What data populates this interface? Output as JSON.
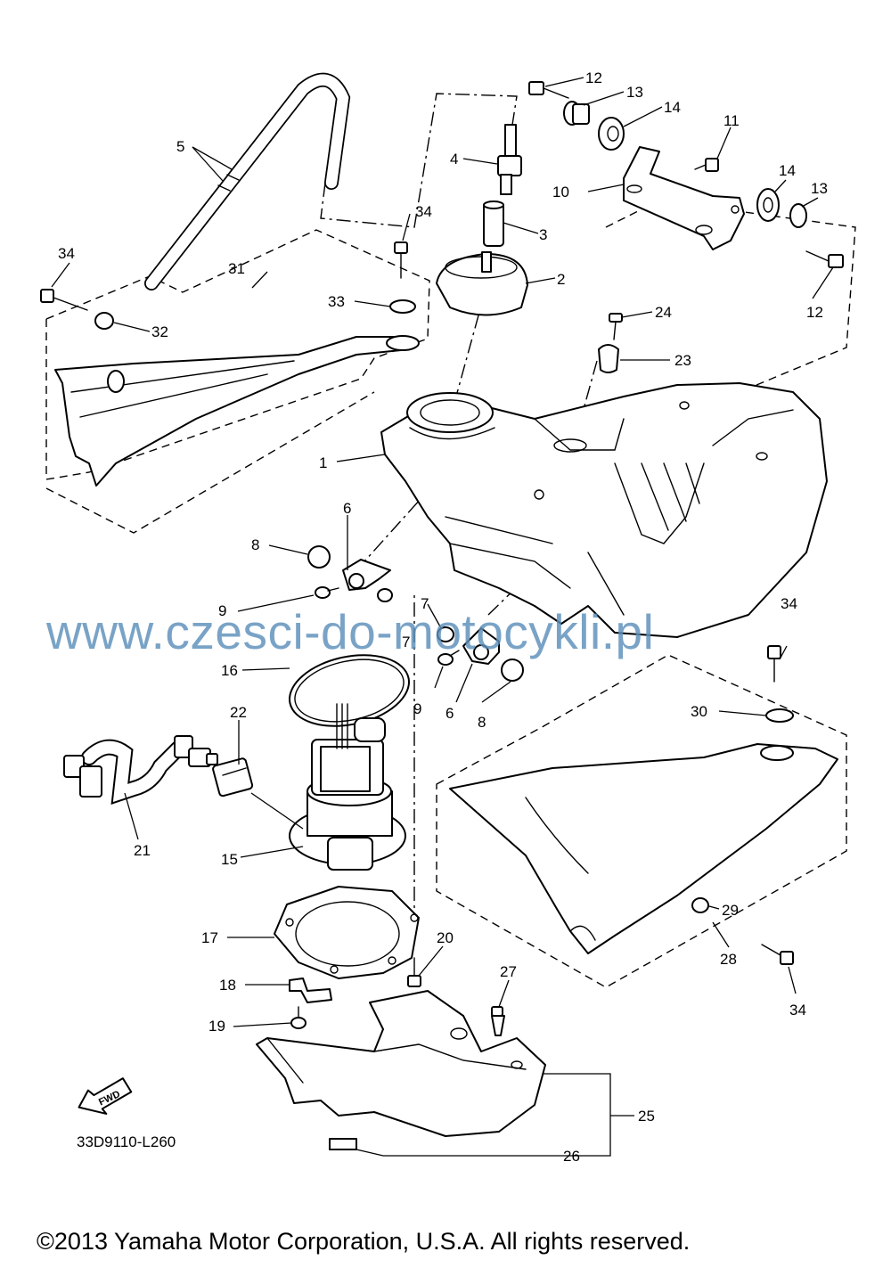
{
  "diagram_code": "33D9110-L260",
  "copyright": "©2013 Yamaha Motor Corporation, U.S.A. All rights reserved.",
  "watermark": "www.czesci-do-motocykli.pl",
  "fwd_label": "FWD",
  "callouts": [
    {
      "id": "c1",
      "label": "1"
    },
    {
      "id": "c2",
      "label": "2"
    },
    {
      "id": "c3",
      "label": "3"
    },
    {
      "id": "c4",
      "label": "4"
    },
    {
      "id": "c5",
      "label": "5"
    },
    {
      "id": "c6a",
      "label": "6"
    },
    {
      "id": "c6b",
      "label": "6"
    },
    {
      "id": "c7a",
      "label": "7"
    },
    {
      "id": "c7b",
      "label": "7"
    },
    {
      "id": "c8a",
      "label": "8"
    },
    {
      "id": "c8b",
      "label": "8"
    },
    {
      "id": "c9a",
      "label": "9"
    },
    {
      "id": "c9b",
      "label": "9"
    },
    {
      "id": "c10",
      "label": "10"
    },
    {
      "id": "c11",
      "label": "11"
    },
    {
      "id": "c12a",
      "label": "12"
    },
    {
      "id": "c12b",
      "label": "12"
    },
    {
      "id": "c13a",
      "label": "13"
    },
    {
      "id": "c13b",
      "label": "13"
    },
    {
      "id": "c14a",
      "label": "14"
    },
    {
      "id": "c14b",
      "label": "14"
    },
    {
      "id": "c15",
      "label": "15"
    },
    {
      "id": "c16",
      "label": "16"
    },
    {
      "id": "c17",
      "label": "17"
    },
    {
      "id": "c18",
      "label": "18"
    },
    {
      "id": "c19",
      "label": "19"
    },
    {
      "id": "c20",
      "label": "20"
    },
    {
      "id": "c21",
      "label": "21"
    },
    {
      "id": "c22",
      "label": "22"
    },
    {
      "id": "c23",
      "label": "23"
    },
    {
      "id": "c24",
      "label": "24"
    },
    {
      "id": "c25",
      "label": "25"
    },
    {
      "id": "c26",
      "label": "26"
    },
    {
      "id": "c27",
      "label": "27"
    },
    {
      "id": "c28",
      "label": "28"
    },
    {
      "id": "c29",
      "label": "29"
    },
    {
      "id": "c30",
      "label": "30"
    },
    {
      "id": "c31",
      "label": "31"
    },
    {
      "id": "c32",
      "label": "32"
    },
    {
      "id": "c33",
      "label": "33"
    },
    {
      "id": "c34a",
      "label": "34"
    },
    {
      "id": "c34b",
      "label": "34"
    },
    {
      "id": "c34c",
      "label": "34"
    },
    {
      "id": "c34d",
      "label": "34"
    }
  ]
}
